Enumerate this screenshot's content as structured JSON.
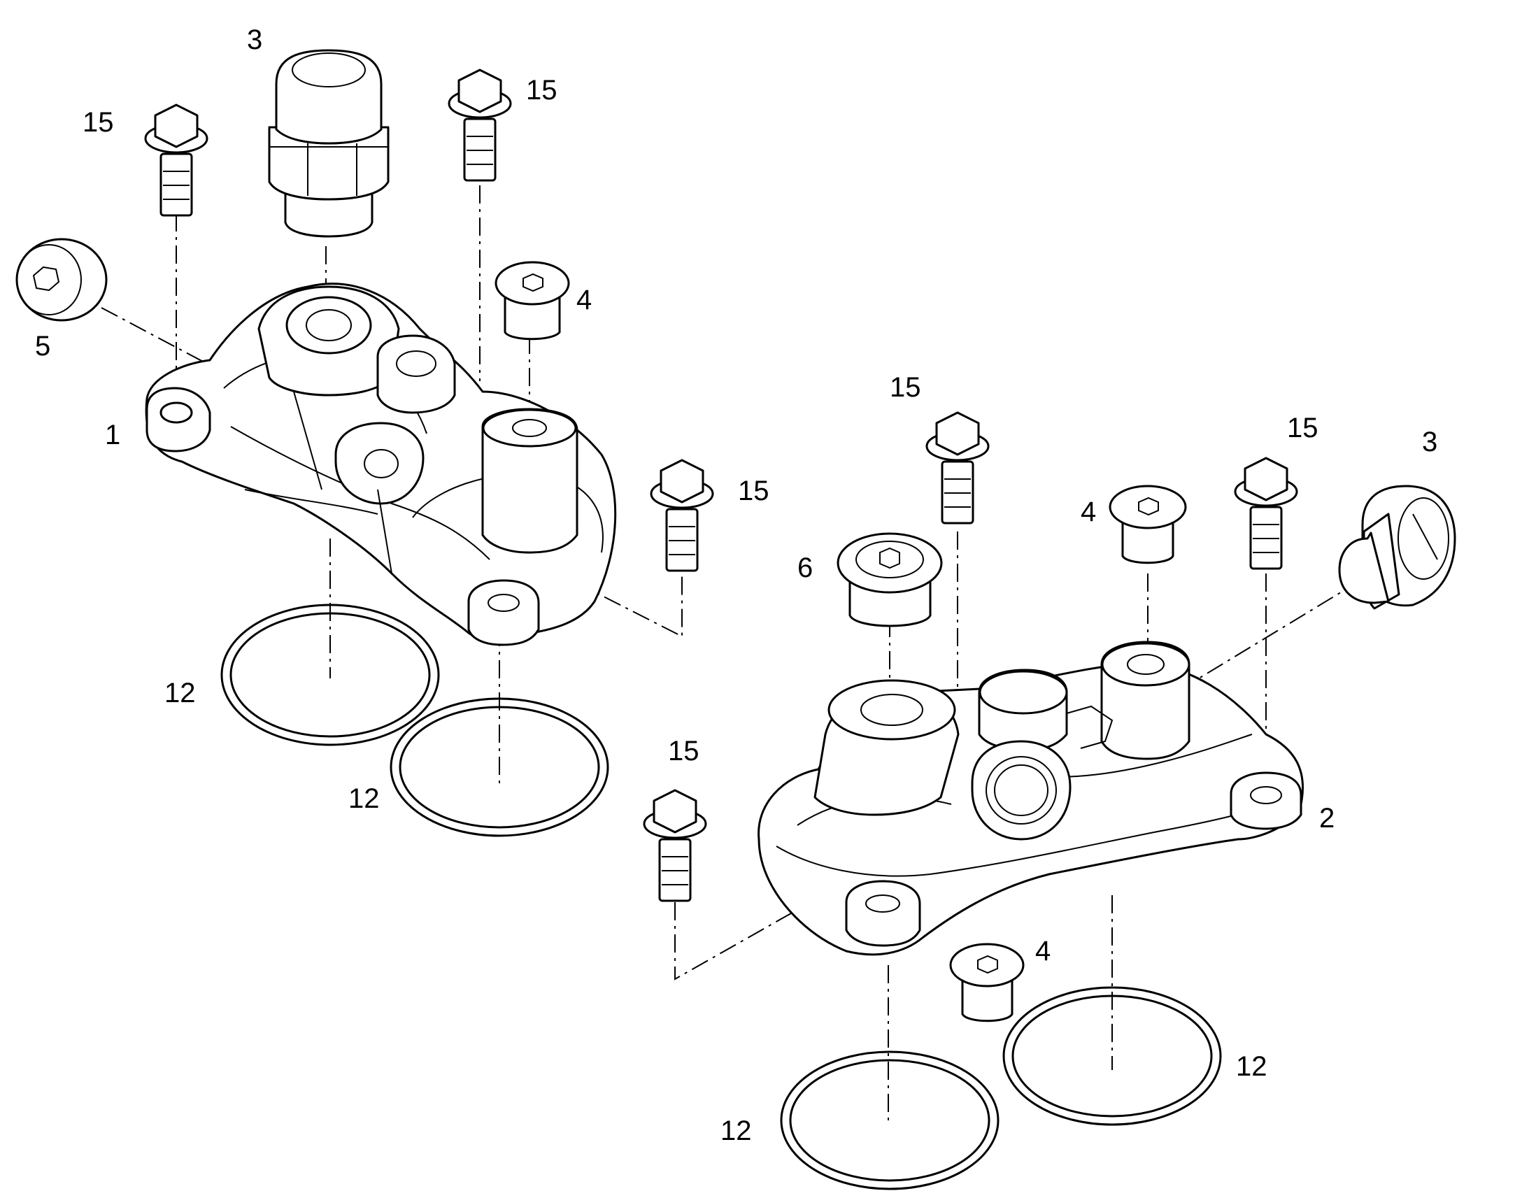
{
  "callouts": {
    "l1": "1",
    "l2": "2",
    "l3a": "3",
    "l3b": "3",
    "l4a": "4",
    "l4b": "4",
    "l4c": "4",
    "l5": "5",
    "l6": "6",
    "l12a": "12",
    "l12b": "12",
    "l12c": "12",
    "l12d": "12",
    "l15a": "15",
    "l15b": "15",
    "l15c": "15",
    "l15d": "15",
    "l15e": "15",
    "l15f": "15"
  },
  "colors": {
    "line": "#000000",
    "background": "#ffffff"
  }
}
